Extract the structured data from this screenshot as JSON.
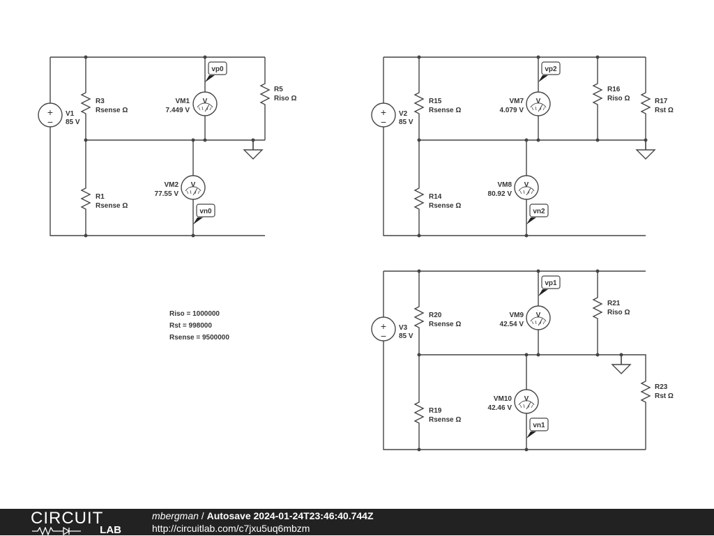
{
  "circuit1": {
    "source": {
      "name": "V1",
      "value": "85 V"
    },
    "resistors": [
      {
        "name": "R3",
        "value": "Rsense Ω"
      },
      {
        "name": "R1",
        "value": "Rsense Ω"
      },
      {
        "name": "R5",
        "value": "Riso Ω"
      }
    ],
    "meters": [
      {
        "name": "VM1",
        "value": "7.449 V",
        "symbol": "V",
        "probe": "vp0"
      },
      {
        "name": "VM2",
        "value": "77.55 V",
        "symbol": "V",
        "probe": "vn0"
      }
    ]
  },
  "circuit2": {
    "source": {
      "name": "V2",
      "value": "85 V"
    },
    "resistors": [
      {
        "name": "R15",
        "value": "Rsense Ω"
      },
      {
        "name": "R14",
        "value": "Rsense Ω"
      },
      {
        "name": "R16",
        "value": "Riso Ω"
      },
      {
        "name": "R17",
        "value": "Rst Ω"
      }
    ],
    "meters": [
      {
        "name": "VM7",
        "value": "4.079 V",
        "symbol": "V",
        "probe": "vp2"
      },
      {
        "name": "VM8",
        "value": "80.92 V",
        "symbol": "V",
        "probe": "vn2"
      }
    ]
  },
  "circuit3": {
    "source": {
      "name": "V3",
      "value": "85 V"
    },
    "resistors": [
      {
        "name": "R20",
        "value": "Rsense Ω"
      },
      {
        "name": "R19",
        "value": "Rsense Ω"
      },
      {
        "name": "R21",
        "value": "Riso Ω"
      },
      {
        "name": "R23",
        "value": "Rst Ω"
      }
    ],
    "meters": [
      {
        "name": "VM9",
        "value": "42.54 V",
        "symbol": "V",
        "probe": "vp1"
      },
      {
        "name": "VM10",
        "value": "42.46 V",
        "symbol": "V",
        "probe": "vn1"
      }
    ]
  },
  "source_symbols": {
    "plus": "+",
    "minus": "−"
  },
  "parameters": [
    "Riso = 1000000",
    "Rst = 998000",
    "Rsense = 9500000"
  ],
  "footer": {
    "logo_top": "CIRCUIT",
    "logo_bottom": "LAB",
    "author": "mbergman",
    "separator": " / ",
    "title": "Autosave 2024-01-24T23:46:40.744Z",
    "url": "http://circuitlab.com/c7jxu5uq6mbzm"
  }
}
